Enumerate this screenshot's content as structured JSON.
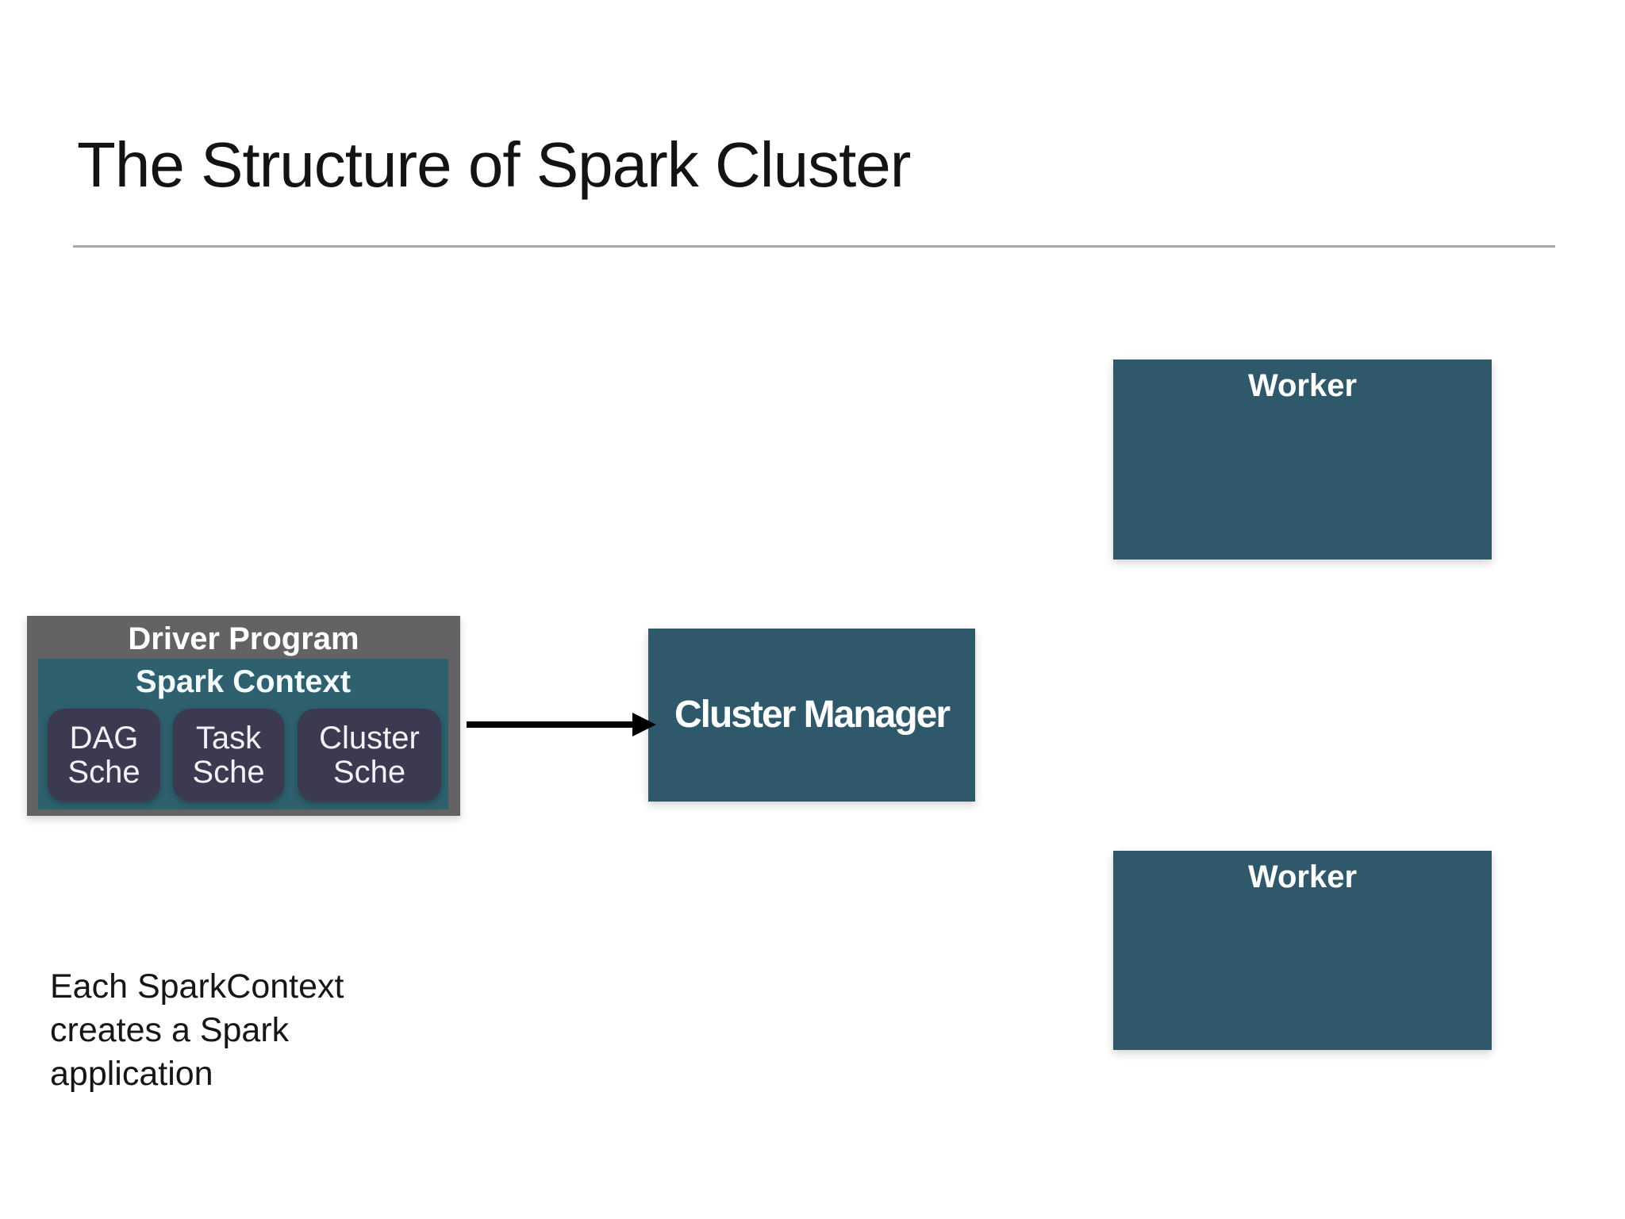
{
  "slide": {
    "title": "The Structure of Spark Cluster",
    "note": "Each SparkContext\ncreates a Spark\napplication"
  },
  "diagram": {
    "driver_program": {
      "label": "Driver Program"
    },
    "spark_context": {
      "label": "Spark Context"
    },
    "schedulers": [
      {
        "label": "DAG\nSche"
      },
      {
        "label": "Task\nSche"
      },
      {
        "label": "Cluster\nSche"
      }
    ],
    "cluster_manager": {
      "label": "Cluster Manager"
    },
    "workers": [
      {
        "label": "Worker"
      },
      {
        "label": "Worker"
      }
    ]
  },
  "colors": {
    "teal_box": "#2F596A",
    "spark_context_teal": "#2E606E",
    "driver_gray": "#646264",
    "scheduler_navy": "#3B3A51",
    "arrow_black": "#000000",
    "rule_gray": "#A9A9A9",
    "label_text": "#FFFFFF",
    "title_text": "#131313"
  }
}
